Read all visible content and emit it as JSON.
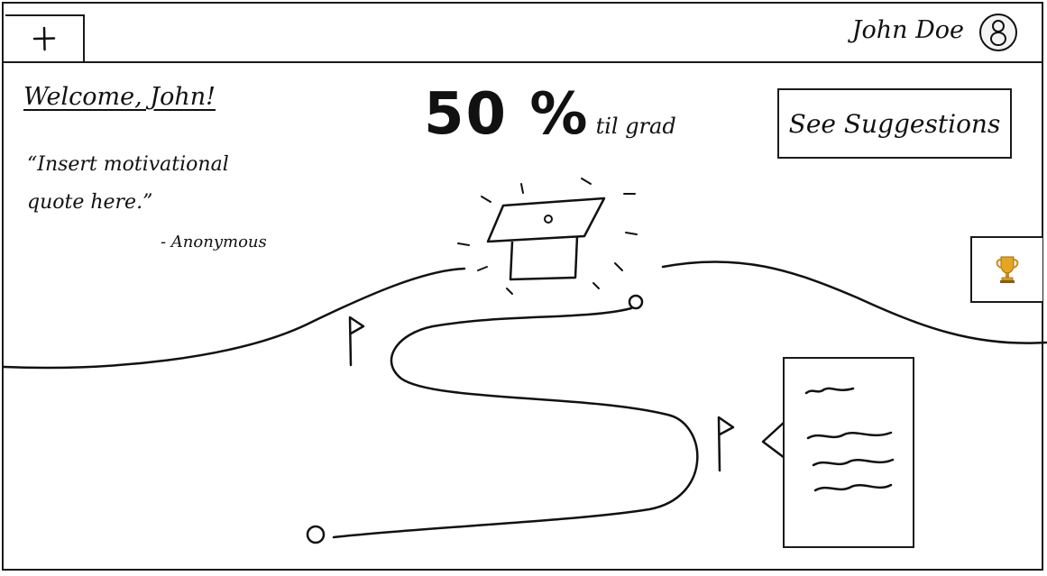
{
  "header": {
    "add_button_icon": "plus-icon",
    "user_name": "John Doe",
    "avatar_icon": "user-avatar-icon"
  },
  "welcome": {
    "greeting": "Welcome, John!",
    "quote": "“Insert motivational quote here.”",
    "quote_author": "- Anonymous"
  },
  "progress": {
    "value_label": "50 %",
    "value": 50,
    "suffix": "til grad"
  },
  "actions": {
    "suggestions_label": "See Suggestions",
    "trophy_icon": "trophy-icon"
  },
  "roadmap": {
    "goal_icon": "graduation-cap-icon",
    "milestone_icon": "flag-icon",
    "start_icon": "path-start-circle",
    "end_icon": "path-end-circle",
    "note_icon": "speech-bubble-icon"
  }
}
